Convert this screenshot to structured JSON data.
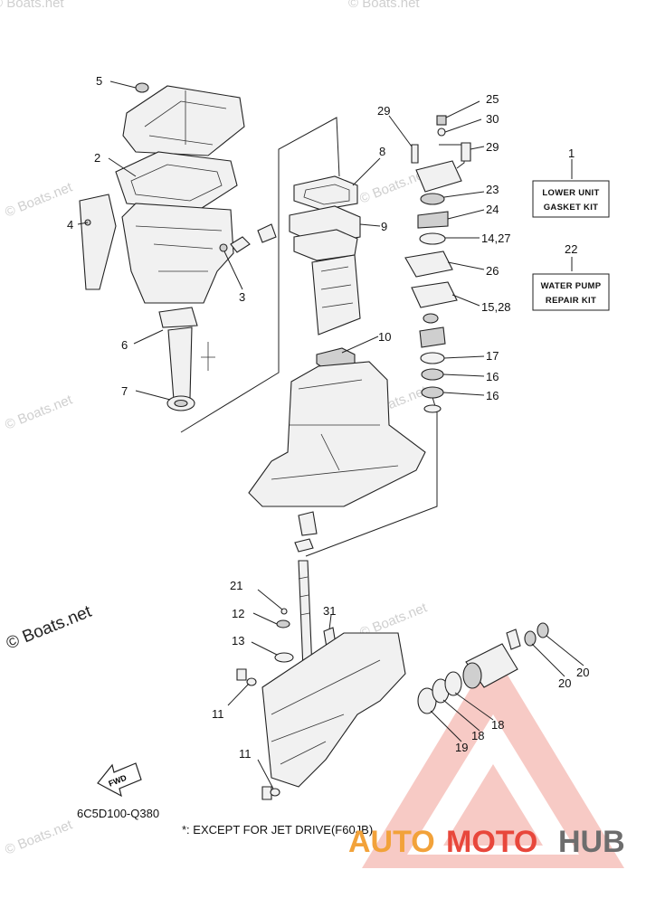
{
  "diagram": {
    "callouts": {
      "c5": "5",
      "c2": "2",
      "c4": "4",
      "c3": "3",
      "c6": "6",
      "c7": "7",
      "c8": "8",
      "c9": "9",
      "c10": "10",
      "c29a": "29",
      "c25": "25",
      "c30": "30",
      "c29b": "29",
      "c23": "23",
      "c24": "24",
      "c14_27": "14,27",
      "c26": "26",
      "c15_28": "15,28",
      "c17": "17",
      "c16a": "16",
      "c16b": "16",
      "c1": "1",
      "c22": "22",
      "c21": "21",
      "c12": "12",
      "c31": "31",
      "c13": "13",
      "c11a": "11",
      "c11b": "11",
      "c20a": "20",
      "c20b": "20",
      "c18a": "18",
      "c18b": "18",
      "c19": "19"
    },
    "kits": {
      "lower_unit_line1": "LOWER UNIT",
      "lower_unit_line2": "GASKET KIT",
      "water_pump_line1": "WATER PUMP",
      "water_pump_line2": "REPAIR KIT"
    },
    "fwd_label": "FWD",
    "diagram_code": "6C5D100-Q380",
    "footnote": "*: EXCEPT FOR JET DRIVE(F60JB)"
  },
  "watermarks": {
    "boats_net": "© Boats.net",
    "brand_auto": "AUTO",
    "brand_moto": "MOTO",
    "brand_hub": "HUB"
  },
  "colors": {
    "line": "#222222",
    "brand_red": "#e8473b",
    "brand_orange": "#f2a23a",
    "brand_gray": "#6d6d6d"
  }
}
